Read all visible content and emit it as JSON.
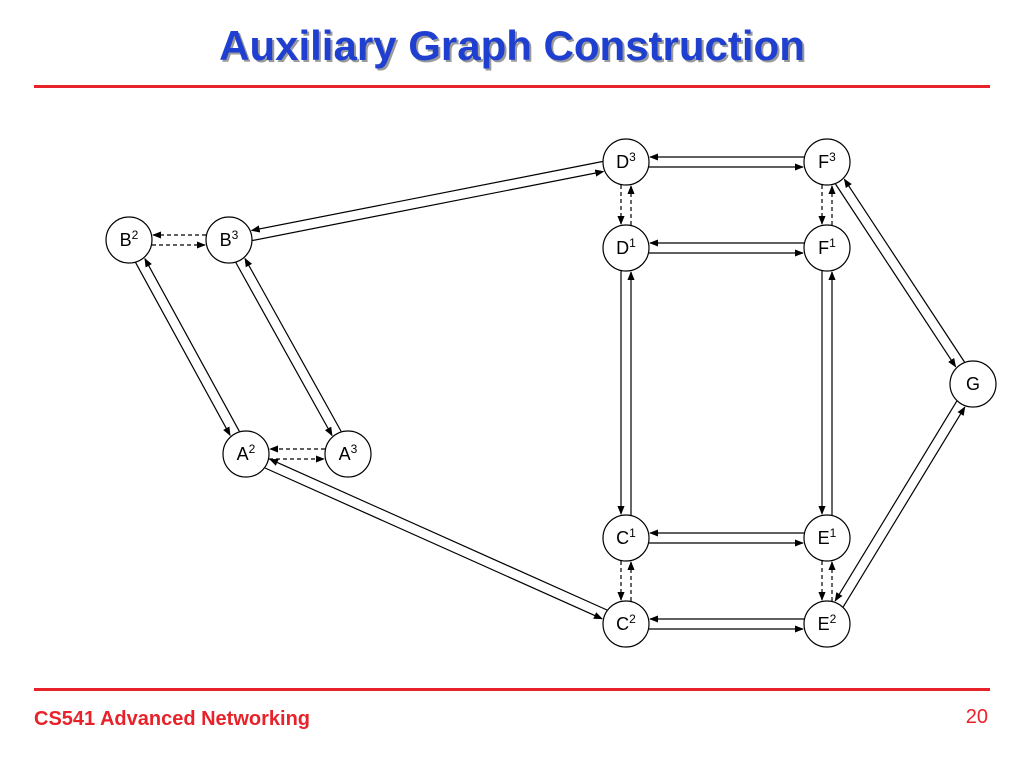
{
  "slide": {
    "title": "Auxiliary Graph Construction",
    "footer": "CS541 Advanced Networking",
    "page_number": "20",
    "accent_color": "#e8222a",
    "title_color": "#1f3fd0"
  },
  "graph": {
    "nodes": [
      {
        "id": "B2",
        "base": "B",
        "sup": "2"
      },
      {
        "id": "B3",
        "base": "B",
        "sup": "3"
      },
      {
        "id": "A2",
        "base": "A",
        "sup": "2"
      },
      {
        "id": "A3",
        "base": "A",
        "sup": "3"
      },
      {
        "id": "D3",
        "base": "D",
        "sup": "3"
      },
      {
        "id": "F3",
        "base": "F",
        "sup": "3"
      },
      {
        "id": "D1",
        "base": "D",
        "sup": "1"
      },
      {
        "id": "F1",
        "base": "F",
        "sup": "1"
      },
      {
        "id": "G",
        "base": "G",
        "sup": ""
      },
      {
        "id": "C1",
        "base": "C",
        "sup": "1"
      },
      {
        "id": "E1",
        "base": "E",
        "sup": "1"
      },
      {
        "id": "C2",
        "base": "C",
        "sup": "2"
      },
      {
        "id": "E2",
        "base": "E",
        "sup": "2"
      }
    ],
    "links": [
      {
        "a": "B2",
        "b": "B3",
        "style": "dashed"
      },
      {
        "a": "A2",
        "b": "A3",
        "style": "dashed"
      },
      {
        "a": "B2",
        "b": "A2",
        "style": "solid"
      },
      {
        "a": "B3",
        "b": "A3",
        "style": "solid"
      },
      {
        "a": "B3",
        "b": "D3",
        "style": "solid"
      },
      {
        "a": "A2",
        "b": "C2",
        "style": "solid"
      },
      {
        "a": "D3",
        "b": "F3",
        "style": "solid"
      },
      {
        "a": "D1",
        "b": "F1",
        "style": "solid"
      },
      {
        "a": "D3",
        "b": "D1",
        "style": "dashed"
      },
      {
        "a": "F3",
        "b": "F1",
        "style": "dashed"
      },
      {
        "a": "D1",
        "b": "C1",
        "style": "solid"
      },
      {
        "a": "F1",
        "b": "E1",
        "style": "solid"
      },
      {
        "a": "C1",
        "b": "E1",
        "style": "solid"
      },
      {
        "a": "C2",
        "b": "E2",
        "style": "solid"
      },
      {
        "a": "C1",
        "b": "C2",
        "style": "dashed"
      },
      {
        "a": "E1",
        "b": "E2",
        "style": "dashed"
      },
      {
        "a": "F3",
        "b": "G",
        "style": "solid"
      },
      {
        "a": "G",
        "b": "E2",
        "style": "solid"
      }
    ]
  }
}
